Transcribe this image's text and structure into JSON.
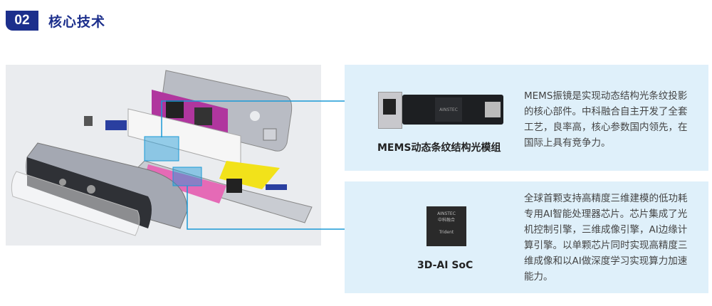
{
  "header": {
    "number": "02",
    "title": "核心技术"
  },
  "modules": [
    {
      "caption": "MEMS动态条纹结构光模组",
      "description": "MEMS振镜是实现动态结构光条纹投影的核心部件。中科融合自主开发了全套工艺，良率高，核心参数国内领先，在国际上具有竞争力。",
      "board_brand": "AINSTEC"
    },
    {
      "caption": "3D-AI SoC",
      "description": "全球首颗支持高精度三维建模的低功耗专用AI智能处理器芯片。芯片集成了光机控制引擎，三维成像引擎，AI边缘计算引擎。以单颗芯片同时实现高精度三维成像和以AI做深度学习实现算力加速能力。",
      "chip_text": [
        "AINSTEC",
        "中科融合",
        "Trident"
      ]
    }
  ],
  "colors": {
    "brand": "#1c2f8c",
    "accent": "#1a9ad6",
    "panel": "#dff0fa"
  }
}
